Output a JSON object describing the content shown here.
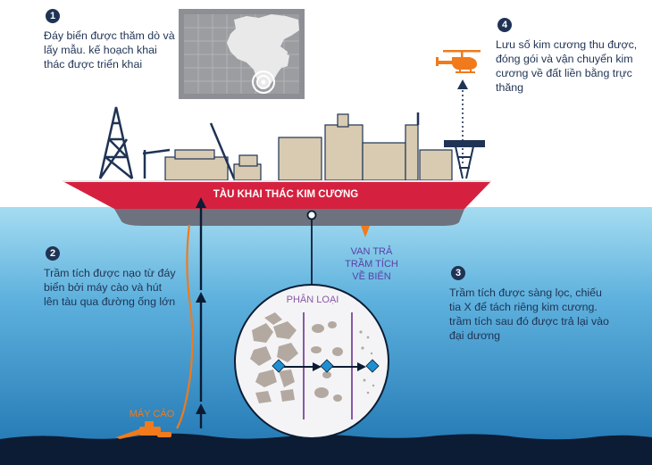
{
  "steps": [
    {
      "number": "1",
      "text": "Đáy biển được thăm dò và lấy mẫu. kế hoạch khai thác được triển khai"
    },
    {
      "number": "2",
      "text": "Trầm tích được nạo từ đáy biển bởi máy cào và hút lên tàu qua đường ống lớn"
    },
    {
      "number": "3",
      "text": "Trầm tích được sàng lọc, chiếu tia X để tách riêng kim cương. trầm tích sau đó được trả lại vào đại dương"
    },
    {
      "number": "4",
      "text": "Lưu số kim cương thu được, đóng gói và vận chuyển kim cương về đất liền bằng trực thăng"
    }
  ],
  "labels": {
    "ship": "TÀU KHAI THÁC KIM CƯƠNG",
    "sorting": "PHÂN LOẠI",
    "valve": "VAN TRẢ TRẦM TÍCH VỀ BIỂN",
    "dredger": "MÁY CÀO"
  },
  "colors": {
    "navy": "#1f3354",
    "ship_red": "#d5213f",
    "hull_dark": "#6d727e",
    "superstructure": "#d8cbb1",
    "sea_top": "#9dd8ef",
    "sea_bottom": "#1f79b5",
    "orange": "#f07a1c",
    "valve_text": "#5b3fa8",
    "diamond": "#1e8fd0",
    "sediment": "#b4a9a1"
  },
  "icons": [
    "world-map-icon",
    "drilling-derrick-icon",
    "helicopter-icon",
    "dredger-icon",
    "diamond-icon"
  ]
}
